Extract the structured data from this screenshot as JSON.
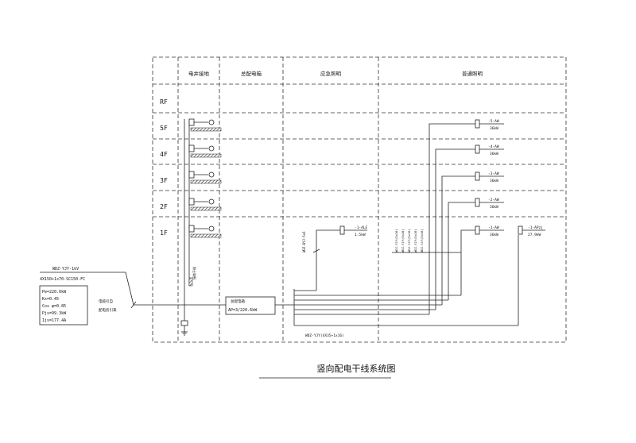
{
  "headers": {
    "col1": "电井接地",
    "col2": "总配电箱",
    "col3": "应急照明",
    "col4": "普通照明"
  },
  "floors": [
    "RF",
    "5F",
    "4F",
    "3F",
    "2F",
    "1F"
  ],
  "incoming": {
    "cable_type": "WDZ-YJY-1kV",
    "cable_spec": "4X150+1x70-SC150-FC",
    "pe": "Pe=220.6kW",
    "kx": "Kx=0.45",
    "cos": "Cos φ=0.85",
    "pjs": "Pjs=99.3kW",
    "ijs": "Ijs=177.4A",
    "source_label_1": "电缆引自",
    "source_label_2": "配电房引来"
  },
  "main_panel": {
    "name": "总配电箱",
    "spec": "AP=3/220.6kW"
  },
  "ground_label": "接地干线",
  "bottom_cable": "WDZ-YJY(4X35+1x16)",
  "emergency": {
    "riser": "WDZ-BYJ-5x6",
    "box": "-1-ALE",
    "power": "1.5kW"
  },
  "normal": {
    "risers": [
      "WDZ-YJY(5x16)",
      "WDZ-YJY(5x16)",
      "WDZ-YJY(5x16)",
      "WDZ-YJY(5x16)",
      "WDZ-YJY(5x16)"
    ],
    "boxes": [
      {
        "name": "-5-AW",
        "power": "36kW"
      },
      {
        "name": "-4-AW",
        "power": "36kW"
      },
      {
        "name": "-3-AW",
        "power": "36kW"
      },
      {
        "name": "-2-AW",
        "power": "36kW"
      },
      {
        "name": "-1-AW",
        "power": "36kW"
      }
    ],
    "extra_box": {
      "name": "-1-APzj",
      "power": "27.9kW"
    }
  },
  "title": "竖向配电干线系统图"
}
